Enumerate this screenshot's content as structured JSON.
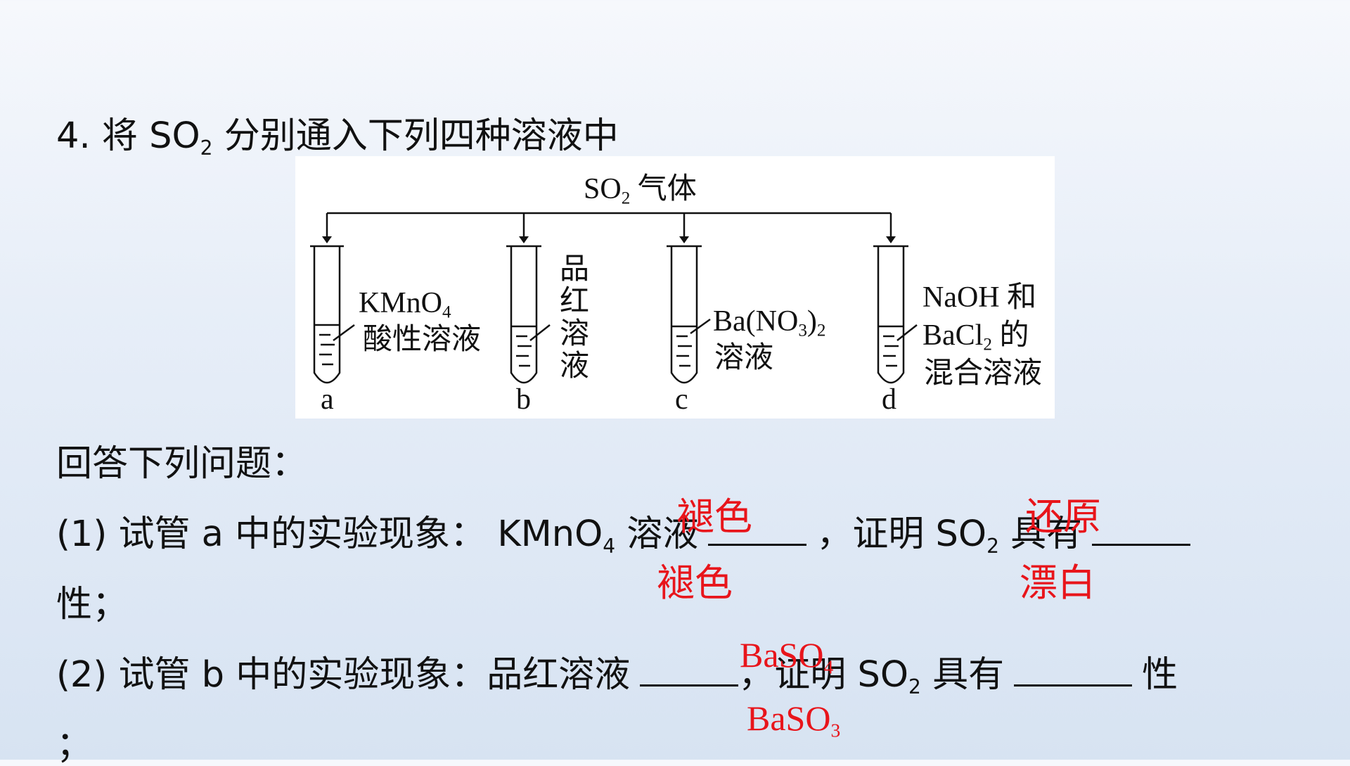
{
  "question": {
    "number": "4.",
    "intro_pre": "将 SO",
    "intro_sub": "2",
    "intro_post": " 分别通入下列四种溶液中"
  },
  "diagram": {
    "gas_label_pre": "SO",
    "gas_label_sub": "2",
    "gas_label_post": " 气体",
    "tubes": [
      {
        "letter": "a",
        "label_line1_pre": "KMnO",
        "label_line1_sub": "4",
        "label_line2": "酸性溶液"
      },
      {
        "letter": "b",
        "label_vertical": [
          "品",
          "红",
          "溶",
          "液"
        ]
      },
      {
        "letter": "c",
        "label_line1_pre": "Ba(NO",
        "label_line1_sub": "3",
        "label_line1_post": ")",
        "label_line1_sub2": "2",
        "label_line2": "溶液"
      },
      {
        "letter": "d",
        "label_line1": "NaOH 和",
        "label_line2_pre": "BaCl",
        "label_line2_sub": "2",
        "label_line2_post": " 的",
        "label_line3": "混合溶液"
      }
    ]
  },
  "answer_prompt": "回答下列问题：",
  "q1": {
    "prefix": "(1) 试管 a 中的实验现象： KMnO",
    "prefix_sub": "4",
    "middle": " 溶液",
    "comma": "，证明 SO",
    "comma_sub": "2",
    "has": " 具有",
    "tail": "性；",
    "answers_top": [
      "褪色",
      "还原"
    ],
    "answers_bottom": [
      "褪色",
      "漂白"
    ]
  },
  "q2": {
    "prefix": "(2) 试管 b 中的实验现象：品红溶液",
    "comma": "，证明 SO",
    "comma_sub": "2",
    "has": " 具有",
    "tail": "性",
    "end": "；",
    "answer_top_pre": "BaSO",
    "answer_top_sub": "4",
    "answer_bottom_pre": "BaSO",
    "answer_bottom_sub": "3"
  }
}
